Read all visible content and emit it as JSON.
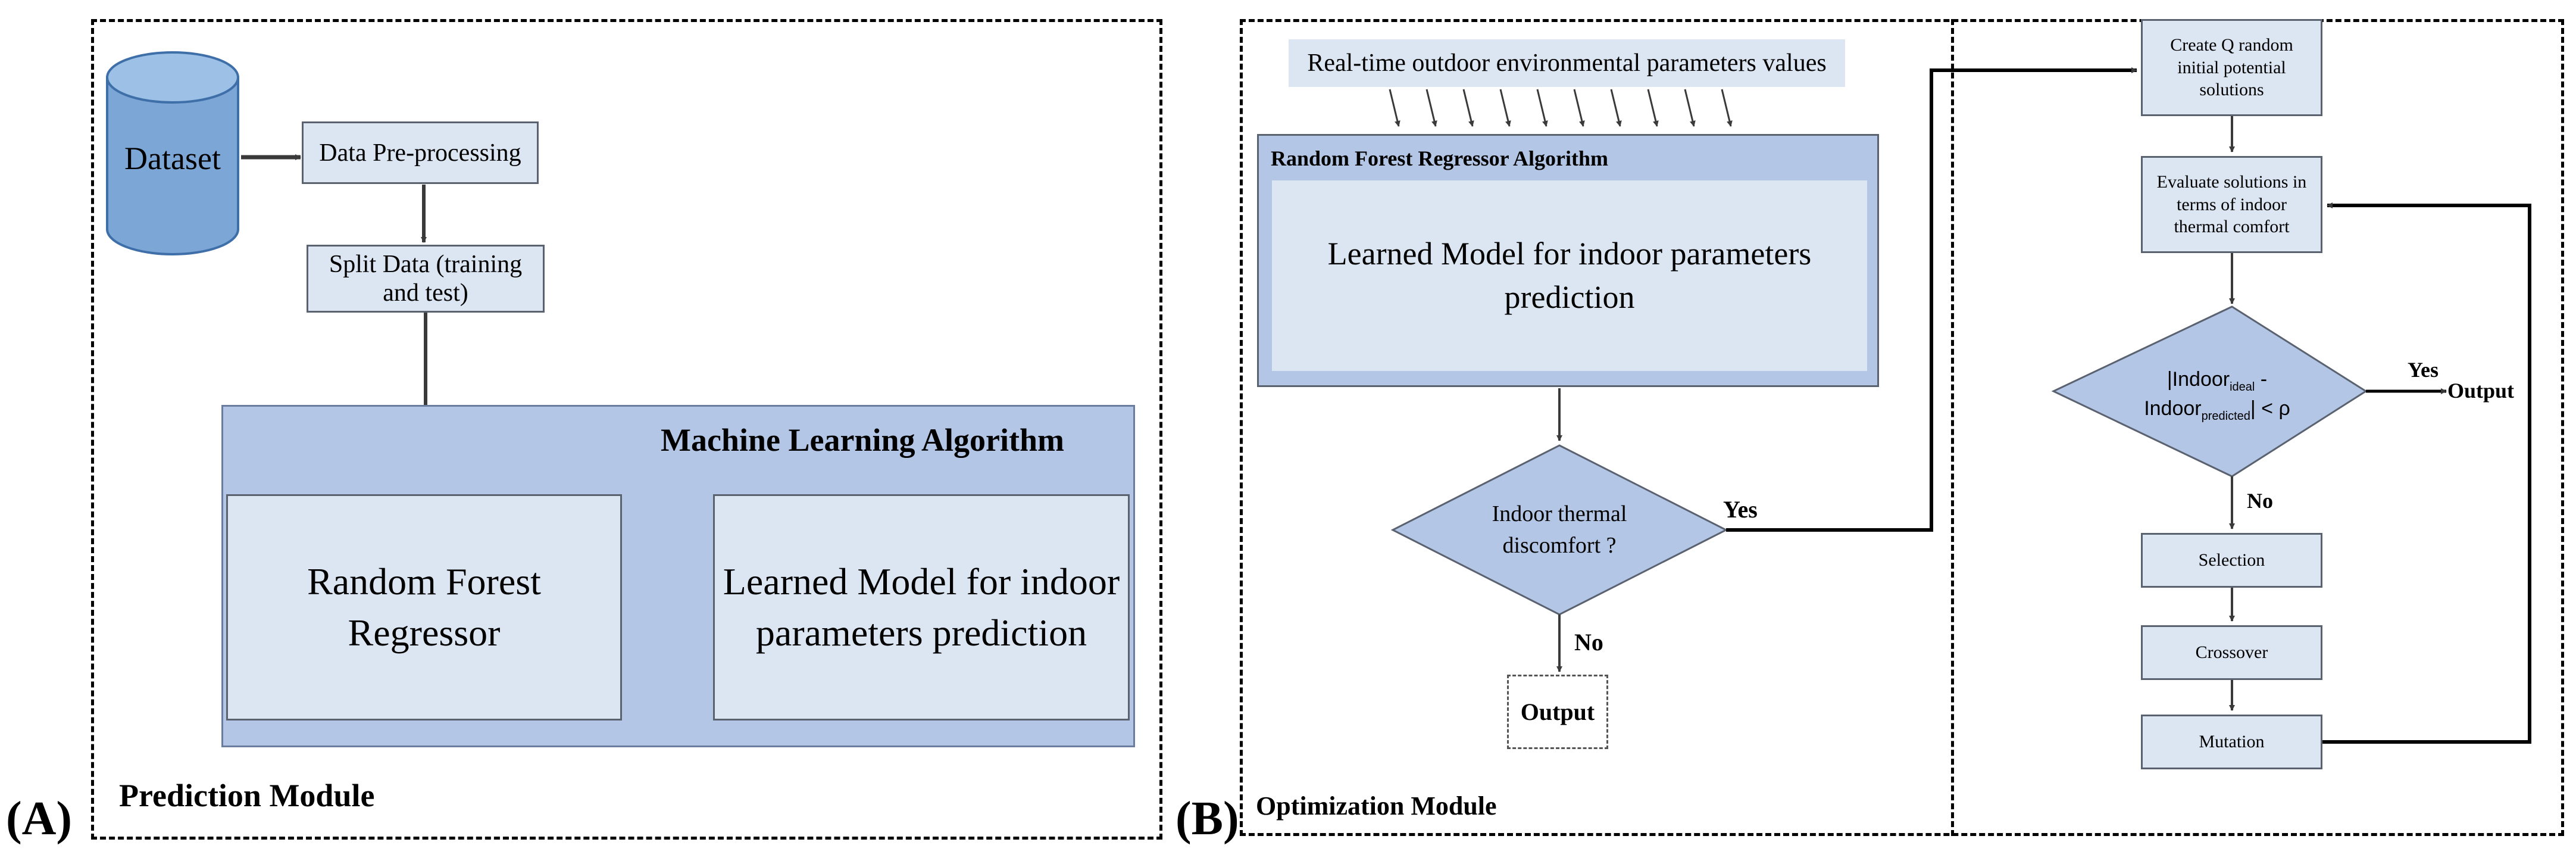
{
  "panel_a": {
    "letter": "(A)",
    "module_label": "Prediction Module",
    "dataset": "Dataset",
    "preprocessing": "Data Pre-processing",
    "split_line1": "Split Data (training",
    "split_line2": "and test)",
    "ml_title": "Machine Learning Algorithm",
    "rf_line1": "Random Forest",
    "rf_line2": "Regressor",
    "learned_line1": "Learned Model for indoor",
    "learned_line2": "parameters prediction"
  },
  "panel_b": {
    "letter": "(B)",
    "module_label": "Optimization Module",
    "realtime": "Real-time outdoor environmental parameters values",
    "rfr_title": "Random Forest Regressor Algorithm",
    "learned_line1": "Learned Model for indoor parameters",
    "learned_line2": "prediction",
    "discomfort_line1": "Indoor thermal",
    "discomfort_line2": "discomfort ?",
    "yes1": "Yes",
    "no1": "No",
    "output_left": "Output",
    "create_line1": "Create Q random",
    "create_line2": "initial  potential",
    "create_line3": "solutions",
    "evaluate_line1": "Evaluate solutions in",
    "evaluate_line2": "terms of indoor",
    "evaluate_line3": "thermal comfort",
    "cond_indoor": "|Indoor",
    "cond_ideal_sub": "ideal",
    "cond_dash": " -",
    "cond_indoor2": "Indoor",
    "cond_pred_sub": "predicted",
    "cond_tail": "| < ρ",
    "yes2": "Yes",
    "output_right": "Output",
    "no2": "No",
    "selection": "Selection",
    "crossover": "Crossover",
    "mutation": "Mutation"
  }
}
